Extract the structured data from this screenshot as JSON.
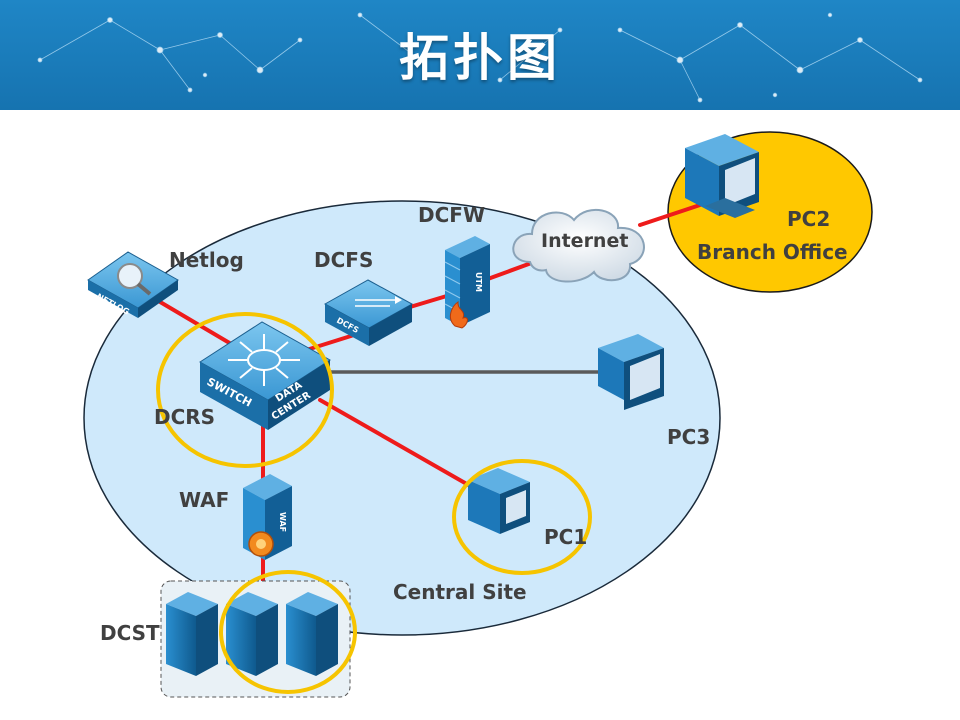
{
  "title": "拓扑图",
  "nodes": {
    "netlog": "Netlog",
    "dcfs": "DCFS",
    "dcfw": "DCFW",
    "internet": "Internet",
    "pc2": "PC2",
    "branch_office": "Branch Office",
    "dcrs": "DCRS",
    "pc3": "PC3",
    "waf": "WAF",
    "pc1": "PC1",
    "central_site": "Central Site",
    "dcst": "DCST"
  },
  "device_markings": {
    "netlog_badge": "NETLOG",
    "dcfs_badge": "DCFS",
    "utm_badge": "UTM",
    "waf_badge": "WAF",
    "switch_badge_1": "SWITCH",
    "switch_badge_2": "DATA",
    "switch_badge_3": "CENTER"
  },
  "colors": {
    "banner": "#1b7fc1",
    "central_site_fill": "#cfe9fb",
    "branch_fill": "#ffc800",
    "highlight_ring": "#f6c400",
    "link_red": "#ee1b1b",
    "link_gray": "#5a5a5a"
  }
}
